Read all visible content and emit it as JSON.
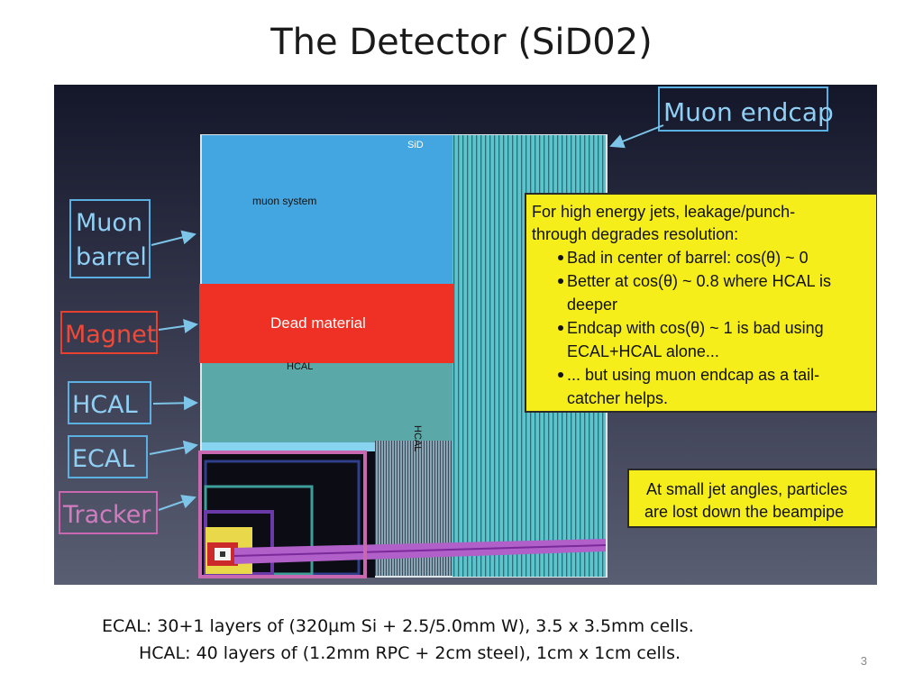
{
  "title": "The Detector (SiD02)",
  "diagram": {
    "sid_label": "SiD",
    "muon_system_label": "muon system",
    "dead_material_label": "Dead material",
    "hcal_label": "HCAL",
    "hcal_vertical_label": "HCAL",
    "callouts": {
      "muon_endcap": "Muon endcap",
      "muon_barrel": [
        "Muon",
        "barrel"
      ],
      "magnet": "Magnet",
      "hcal": "HCAL",
      "ecal": "ECAL",
      "tracker": "Tracker"
    },
    "note_box": {
      "intro": [
        "For high energy jets, leakage/punch-",
        "through degrades resolution:"
      ],
      "bullets": [
        [
          "Bad in center of barrel: cos(θ) ~ 0"
        ],
        [
          "Better at cos(θ) ~ 0.8 where HCAL is",
          "deeper"
        ],
        [
          "Endcap with cos(θ) ~ 1 is bad using",
          "ECAL+HCAL alone..."
        ],
        [
          "... but using muon endcap as a tail-",
          "catcher helps."
        ]
      ]
    },
    "beampipe_note": [
      "At small jet angles, particles",
      "are lost down the beampipe"
    ],
    "colors": {
      "background_top": "#14162a",
      "background_bottom": "#5a5e72",
      "muon": "#43a6e0",
      "magnet": "#ee3124",
      "hcal": "#5aa8a8",
      "note": "#f6ee1a",
      "tracker_box": "#c868b0"
    }
  },
  "caption_line1": "ECAL: 30+1 layers of (320µm Si + 2.5/5.0mm W), 3.5 x 3.5mm cells.",
  "caption_line2": "HCAL: 40 layers of (1.2mm RPC + 2cm steel), 1cm x 1cm cells.",
  "page_number": "3"
}
